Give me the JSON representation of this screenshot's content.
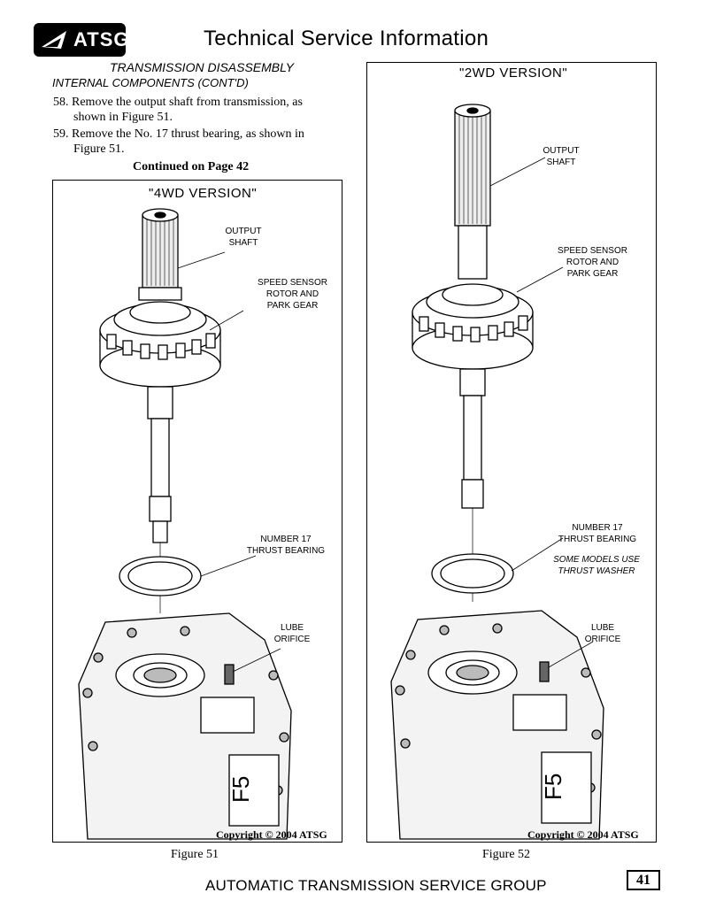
{
  "header": {
    "logo_text": "ATSG",
    "title": "Technical Service Information"
  },
  "section": {
    "title": "TRANSMISSION DISASSEMBLY",
    "subtitle": "INTERNAL COMPONENTS (CONT'D)"
  },
  "steps": [
    {
      "line1": "58. Remove the output shaft from transmission, as",
      "line2": "shown in Figure 51."
    },
    {
      "line1": "59. Remove the No. 17 thrust bearing, as shown in",
      "line2": "Figure 51."
    }
  ],
  "continued": "Continued on Page 42",
  "figures": {
    "left": {
      "title": "\"4WD VERSION\"",
      "labels": {
        "output_shaft": [
          "OUTPUT",
          "SHAFT"
        ],
        "speed_sensor": [
          "SPEED SENSOR",
          "ROTOR AND",
          "PARK GEAR"
        ],
        "thrust_bearing": [
          "NUMBER 17",
          "THRUST BEARING"
        ],
        "lube_orifice": [
          "LUBE",
          "ORIFICE"
        ]
      },
      "copyright": "Copyright © 2004 ATSG",
      "caption": "Figure 51"
    },
    "right": {
      "title": "\"2WD VERSION\"",
      "labels": {
        "output_shaft": [
          "OUTPUT",
          "SHAFT"
        ],
        "speed_sensor": [
          "SPEED SENSOR",
          "ROTOR AND",
          "PARK GEAR"
        ],
        "thrust_bearing": [
          "NUMBER 17",
          "THRUST BEARING"
        ],
        "washer_note": [
          "SOME MODELS USE",
          "THRUST WASHER"
        ],
        "lube_orifice": [
          "LUBE",
          "ORIFICE"
        ]
      },
      "copyright": "Copyright © 2004 ATSG",
      "caption": "Figure 52"
    }
  },
  "case_stamp": "F5",
  "footer": "AUTOMATIC TRANSMISSION SERVICE GROUP",
  "page_number": "41"
}
